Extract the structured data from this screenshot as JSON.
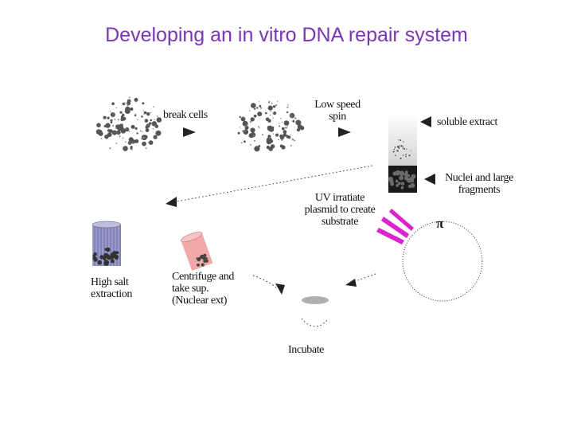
{
  "slide": {
    "title": "Developing an in vitro DNA repair system"
  },
  "labels": {
    "break_cells": "break cells",
    "low_speed_spin_1": "Low speed",
    "low_speed_spin_2": "spin",
    "soluble_extract": "soluble extract",
    "nuclei_1": "Nuclei and large",
    "nuclei_2": "fragments",
    "uv_1": "UV irratiate",
    "uv_2": "plasmid to create",
    "uv_3": "substrate",
    "high_salt_1": "High salt",
    "high_salt_2": "extraction",
    "centrifuge_1": "Centrifuge and",
    "centrifuge_2": "take sup.",
    "centrifuge_3": "(Nuclear ext)",
    "incubate": "Incubate",
    "pi_symbol": "π"
  },
  "colors": {
    "title": "#7b33c4",
    "uv_rays": "#e020d0",
    "salt_tube": "#9090c8",
    "centrifuge_tube": "#f2a6a6",
    "cell_dots": "#555555"
  }
}
